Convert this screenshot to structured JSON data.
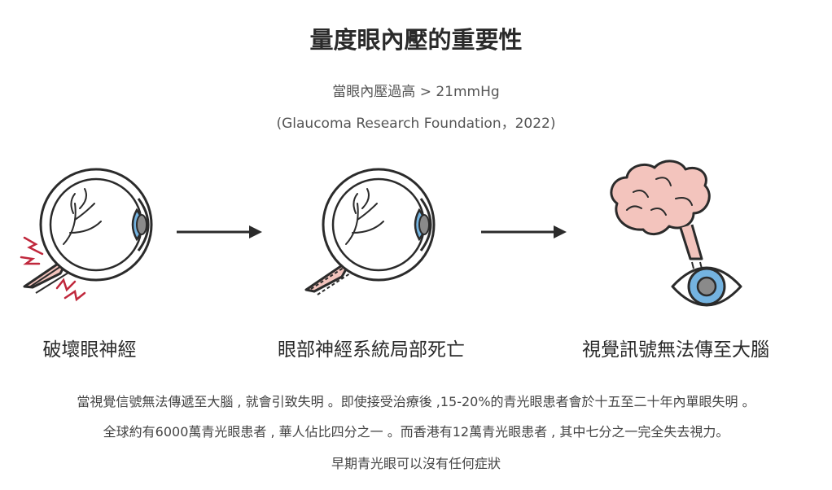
{
  "title": "量度眼內壓的重要性",
  "subtitle": "當眼內壓過高 > 21mmHg",
  "source": "(Glaucoma Research Foundation，2022)",
  "steps": [
    {
      "label": "破壞眼神經"
    },
    {
      "label": "眼部神經系統局部死亡"
    },
    {
      "label": "視覺訊號無法傳至大腦"
    }
  ],
  "paragraphs": [
    "當視覺信號無法傳遞至大腦 , 就會引致失明 。即使接受治療後 ,15-20%的青光眼患者會於十五至二十年內單眼失明 。",
    "全球約有6000萬青光眼患者 , 華人佔比四分之一 。而香港有12萬青光眼患者 , 其中七分之一完全失去視力。",
    "早期青光眼可以沒有任何症狀"
  ],
  "colors": {
    "outline": "#2b2b2b",
    "nerve": "#f3c4bd",
    "damage": "#c0283c",
    "iris": "#74b3e0",
    "pupil": "#8a8a8a",
    "brain": "#f3c4bd"
  }
}
